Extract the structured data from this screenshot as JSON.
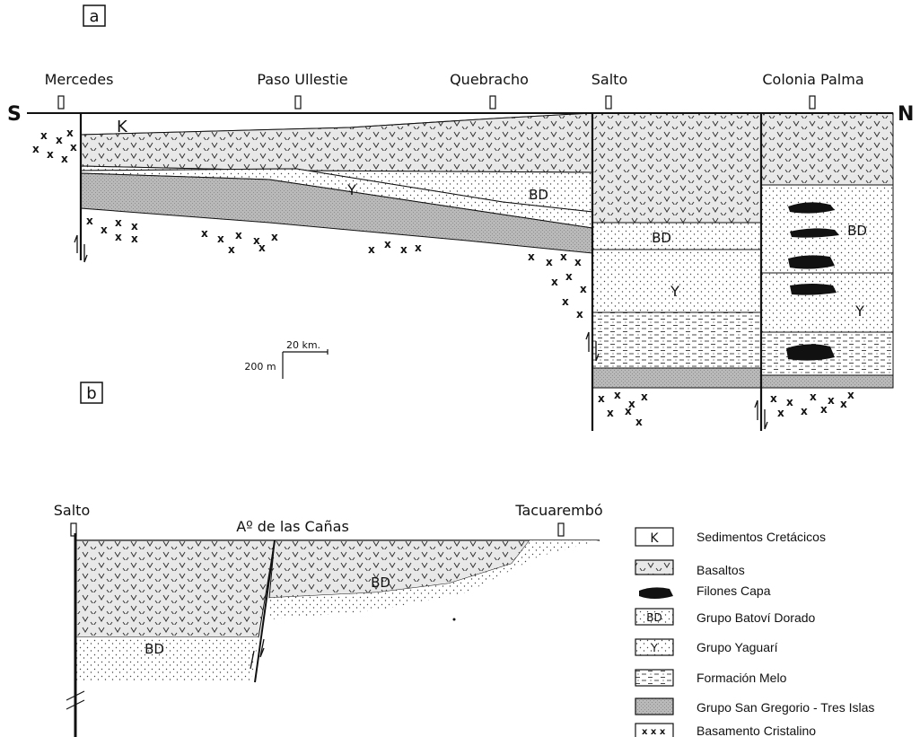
{
  "panel_a": {
    "label": "a",
    "direction_left": "S",
    "direction_right": "N",
    "localities": [
      "Mercedes",
      "Paso Ullestie",
      "Quebracho",
      "Salto",
      "Colonia Palma"
    ],
    "unit_labels": {
      "k": "K",
      "bd_main": "BD",
      "y_main": "Y",
      "bd_salto": "BD",
      "y_salto": "Y",
      "bd_palma": "BD",
      "y_palma": "Y"
    },
    "scale": {
      "horizontal": "20 km.",
      "vertical": "200 m"
    }
  },
  "panel_b": {
    "label": "b",
    "localities": [
      "Salto",
      "Aº de las Cañas",
      "Tacuarembó"
    ],
    "unit_labels": {
      "bd_left": "BD",
      "bd_right": "BD"
    }
  },
  "legend": {
    "items": [
      {
        "symbol": "K",
        "label": "Sedimentos Cretácicos"
      },
      {
        "symbol": "basalt",
        "label": "Basaltos"
      },
      {
        "symbol": "sill",
        "label": "Filones Capa"
      },
      {
        "symbol": "BD",
        "label": "Grupo Batoví Dorado"
      },
      {
        "symbol": "Y",
        "label": "Grupo Yaguarí"
      },
      {
        "symbol": "dash",
        "label": "Formación Melo"
      },
      {
        "symbol": "grey",
        "label": "Grupo San Gregorio - Tres Islas"
      },
      {
        "symbol": "cross",
        "label": "Basamento Cristalino"
      }
    ]
  }
}
